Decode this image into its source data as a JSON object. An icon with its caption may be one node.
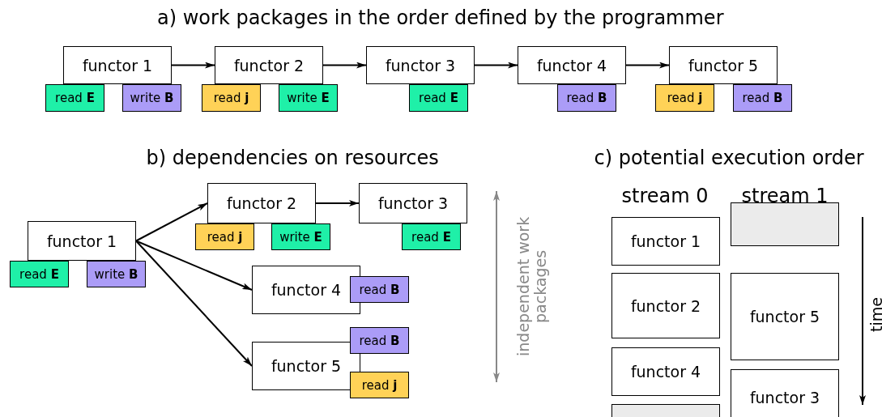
{
  "diagram": {
    "nodes": [
      {
        "text": [
          "functor 1"
        ]
      },
      {
        "text": [
          "read **E**"
        ]
      },
      {
        "text": [
          "write **B**"
        ]
      },
      {
        "text": [
          "functor 2"
        ]
      },
      {
        "text": [
          "read **j**"
        ]
      },
      {
        "text": [
          "write **E**"
        ]
      },
      {
        "text": [
          "functor 3"
        ]
      },
      {
        "text": [
          "read **E**"
        ]
      },
      {
        "text": [
          "functor 4"
        ]
      },
      {
        "text": [
          "read **B**"
        ]
      },
      {
        "text": [
          "functor 5"
        ]
      },
      {
        "text": [
          "read **j**"
        ]
      },
      {
        "text": [
          "read **B**"
        ]
      },
      {
        "text": [
          "functor 1"
        ]
      },
      {
        "text": [
          "read **E**"
        ]
      },
      {
        "text": [
          "write **B**"
        ]
      },
      {
        "text": [
          "functor 2"
        ]
      },
      {
        "text": [
          "read **j**"
        ]
      },
      {
        "text": [
          "write **E**"
        ]
      },
      {
        "text": [
          "functor 3"
        ]
      },
      {
        "text": [
          "read **E**"
        ]
      },
      {
        "text": [
          "functor 4"
        ]
      },
      {
        "text": [
          "read **B**"
        ]
      },
      {
        "text": [
          "functor 5"
        ]
      },
      {
        "text": [
          "read **B**"
        ]
      },
      {
        "text": [
          "read **j**"
        ]
      },
      {
        "text": [
          "functor 1"
        ]
      },
      {
        "text": [
          "functor 2"
        ]
      },
      {
        "text": [
          "functor 4"
        ]
      },
      {
        "text": [],
        "shape": "box"
      },
      {
        "text": [],
        "shape": "box"
      },
      {
        "text": [
          "functor 5"
        ]
      },
      {
        "text": [
          "functor 3"
        ]
      }
    ],
    "edges": [
      {
        "from": 0,
        "to": 3,
        "arrow": "to"
      },
      {
        "from": 3,
        "to": 6,
        "arrow": "to"
      },
      {
        "from": 6,
        "to": 8,
        "arrow": "to"
      },
      {
        "from": 8,
        "to": 10,
        "arrow": "to"
      },
      {
        "from": 13,
        "to": 16,
        "arrow": "to"
      },
      {
        "from": 16,
        "to": 19,
        "arrow": "to"
      },
      {
        "from": 13,
        "to": 21,
        "arrow": "to"
      },
      {
        "from": 13,
        "to": 23,
        "arrow": "to"
      }
    ],
    "labels": [
      "a) work packages in the order defined by the programmer",
      "b) dependencies on resources",
      "independent work packages",
      "c) potential execution order",
      "stream 0",
      "stream 1",
      "time"
    ]
  }
}
